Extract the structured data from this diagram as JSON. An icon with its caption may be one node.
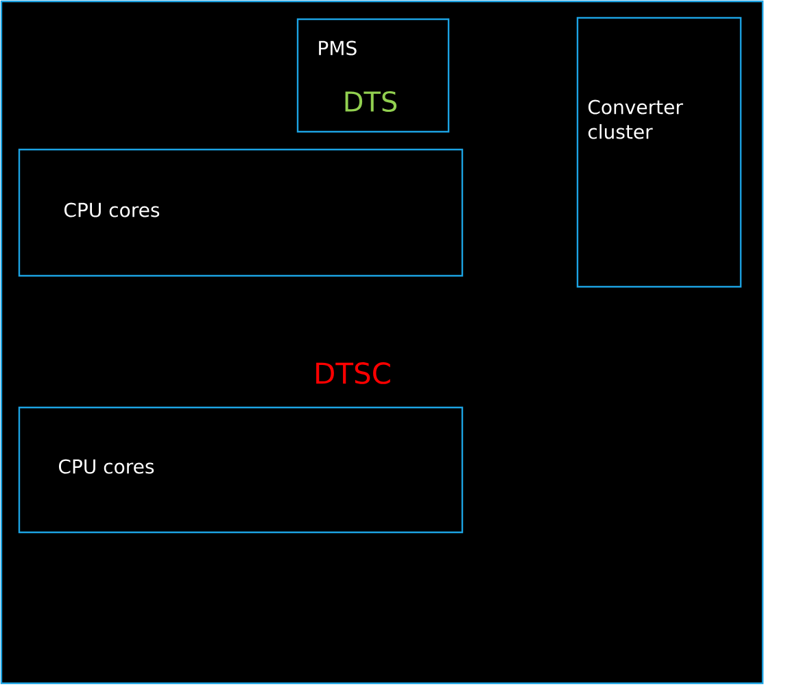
{
  "diagram": {
    "nodes": [
      {
        "text": [],
        "shape": "box"
      },
      {
        "text": [
          "PMS",
          "DTS"
        ],
        "in": 0
      },
      {
        "text": [
          "Converter cluster"
        ],
        "in": 0
      },
      {
        "text": [
          "CPU cores"
        ],
        "in": 0
      },
      {
        "text": [
          "CPU cores"
        ],
        "in": 0
      }
    ],
    "labels": [
      "DTSC"
    ]
  }
}
